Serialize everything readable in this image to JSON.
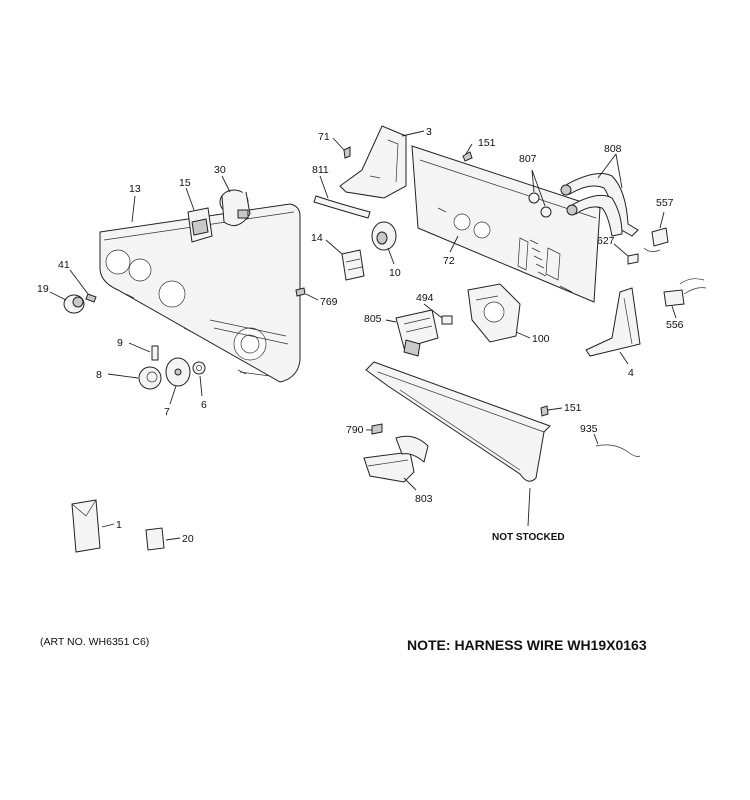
{
  "callouts": {
    "c71": "71",
    "c3": "3",
    "c151a": "151",
    "c807": "807",
    "c808": "808",
    "c811": "811",
    "c30": "30",
    "c15": "15",
    "c13": "13",
    "c14": "14",
    "c10": "10",
    "c72": "72",
    "c557": "557",
    "c627": "627",
    "c41": "41",
    "c19": "19",
    "c769": "769",
    "c494": "494",
    "c805": "805",
    "c100": "100",
    "c556": "556",
    "c9": "9",
    "c8": "8",
    "c7": "7",
    "c6": "6",
    "c4": "4",
    "c151b": "151",
    "c790": "790",
    "c935": "935",
    "c803": "803",
    "c1": "1",
    "c20": "20"
  },
  "labels": {
    "not_stocked": "NOT STOCKED",
    "art_no": "(ART NO. WH6351 C6)",
    "note": "NOTE: HARNESS WIRE WH19X0163"
  }
}
